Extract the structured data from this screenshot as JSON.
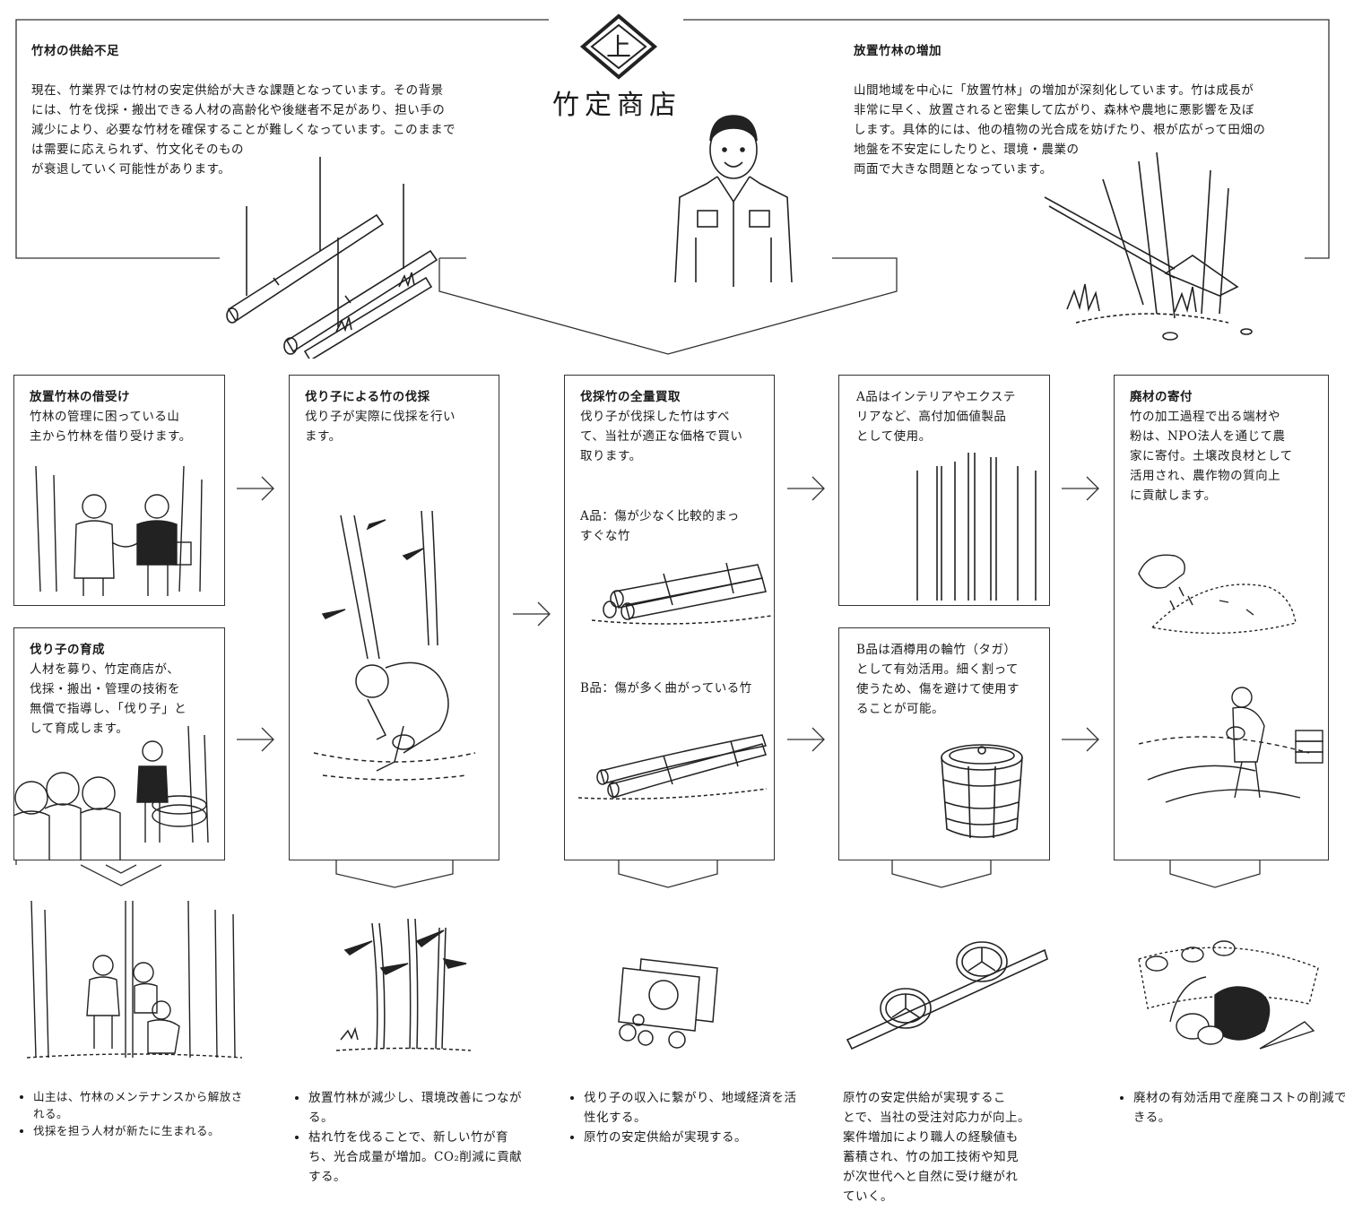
{
  "brand": {
    "name": "竹定商店",
    "mark": "上"
  },
  "top_left": {
    "title": "竹材の供給不足",
    "body_lines": [
      "現在、竹業界では竹材の安定供給が大きな課題となっています。その背景",
      "には、竹を伐採・搬出できる人材の高齢化や後継者不足があり、担い手の",
      "減少により、必要な竹材を確保することが難しくなっています。このままで",
      "は需要に応えられず、竹文化そのもの",
      "が衰退していく可能性があります。"
    ]
  },
  "top_right": {
    "title": "放置竹林の増加",
    "body_lines": [
      "山間地域を中心に「放置竹林」の増加が深刻化しています。竹は成長が",
      "非常に早く、放置されると密集して広がり、森林や農地に悪影響を及ぼ",
      "します。具体的には、他の植物の光合成を妨げたり、根が広がって田畑の",
      "地盤を不安定にしたりと、環境・農業の",
      "両面で大きな問題となっています。"
    ]
  },
  "col1": {
    "box1": {
      "title": "放置竹林の借受け",
      "body_lines": [
        "竹林の管理に困っている山",
        "主から竹林を借り受けます。"
      ]
    },
    "box2": {
      "title": "伐り子の育成",
      "body_lines": [
        "人材を募り、竹定商店が、",
        "伐採・搬出・管理の技術を",
        "無償で指導し、「伐り子」と",
        "して育成します。"
      ]
    }
  },
  "col2": {
    "title": "伐り子による竹の伐採",
    "body_lines": [
      "伐り子が実際に伐採を行い",
      "ます。"
    ]
  },
  "col3": {
    "title": "伐採竹の全量買取",
    "body_lines": [
      "伐り子が伐採した竹はすべ",
      "て、当社が適正な価格で買い",
      "取ります。"
    ],
    "gradeA_lines": [
      "A品：傷が少なく比較的まっ",
      "すぐな竹"
    ],
    "gradeB_lines": [
      "B品：傷が多く曲がっている竹"
    ]
  },
  "col4": {
    "boxA_lines": [
      "A品はインテリアやエクステ",
      "リアなど、高付加価値製品",
      "として使用。"
    ],
    "boxB_lines": [
      "B品は酒樽用の輪竹（タガ）",
      "として有効活用。細く割って",
      "使うため、傷を避けて使用す",
      "ることが可能。"
    ]
  },
  "col5": {
    "title": "廃材の寄付",
    "body_lines": [
      "竹の加工過程で出る端材や",
      "粉は、NPO法人を通じて農",
      "家に寄付。土壌改良材として",
      "活用され、農作物の質向上",
      "に貢献します。"
    ]
  },
  "outcomes": {
    "c1": [
      "山主は、竹林のメンテナンスから解放される。",
      "伐採を担う人材が新たに生まれる。"
    ],
    "c2": [
      "放置竹林が減少し、環境改善につながる。",
      "枯れ竹を伐ることで、新しい竹が育ち、光合成量が増加。CO₂削減に貢献する。"
    ],
    "c3": [
      "伐り子の収入に繋がり、地域経済を活性化する。",
      "原竹の安定供給が実現する。"
    ],
    "c4_lines": [
      "原竹の安定供給が実現するこ",
      "とで、当社の受注対応力が向上。",
      "案件増加により職人の経験値も",
      "蓄積され、竹の加工技術や知見",
      "が次世代へと自然に受け継がれ",
      "ていく。"
    ],
    "c5": [
      "廃材の有効活用で産廃コストの削減できる。"
    ]
  },
  "icons": [
    "logo-mark",
    "arrow-right-icon",
    "arrow-down-icon"
  ],
  "colors": {
    "line": "#333333",
    "text": "#1a1a1a",
    "background": "#ffffff"
  }
}
